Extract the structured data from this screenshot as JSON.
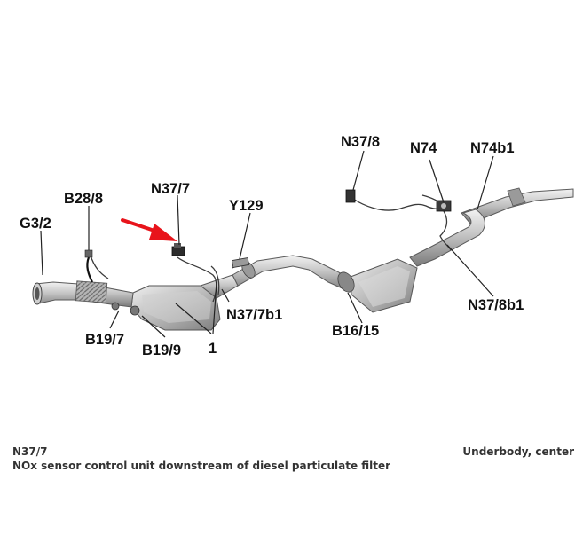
{
  "labels": {
    "g3_2": "G3/2",
    "b28_8": "B28/8",
    "n37_7": "N37/7",
    "y129": "Y129",
    "n37_8": "N37/8",
    "n74": "N74",
    "n74b1": "N74b1",
    "b19_7": "B19/7",
    "b19_9": "B19/9",
    "one": "1",
    "n37_7b1": "N37/7b1",
    "b16_15": "B16/15",
    "n37_8b1": "N37/8b1"
  },
  "caption": {
    "code": "N37/7",
    "description": "NOx sensor control unit downstream of diesel particulate filter",
    "location": "Underbody, center"
  },
  "colors": {
    "arrow": "#e8141b",
    "metal_light": "#d8d8d8",
    "metal_mid": "#a8a8a8",
    "metal_dark": "#6f6f6f",
    "text": "#111111"
  }
}
